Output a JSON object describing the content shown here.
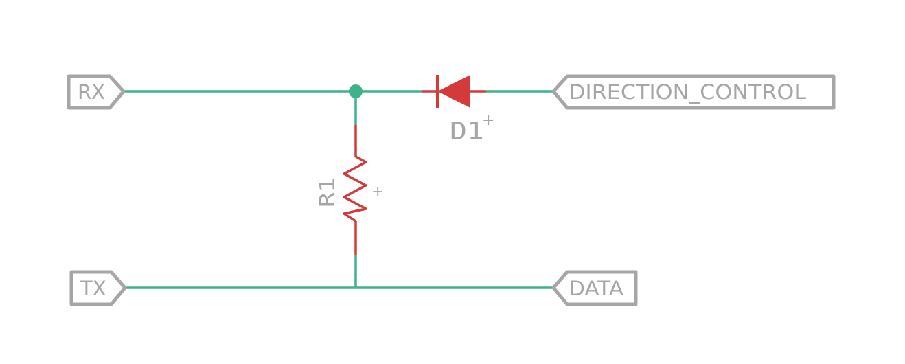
{
  "schematic": {
    "ports": {
      "rx": "RX",
      "tx": "TX",
      "direction_control": "DIRECTION_CONTROL",
      "data": "DATA"
    },
    "components": {
      "diode": {
        "ref": "D1",
        "marker": "+"
      },
      "resistor": {
        "ref": "R1",
        "marker": "+"
      }
    },
    "colors": {
      "wire": "#3cb38a",
      "component": "#d33b3b",
      "port": "#a6a6a6"
    }
  }
}
